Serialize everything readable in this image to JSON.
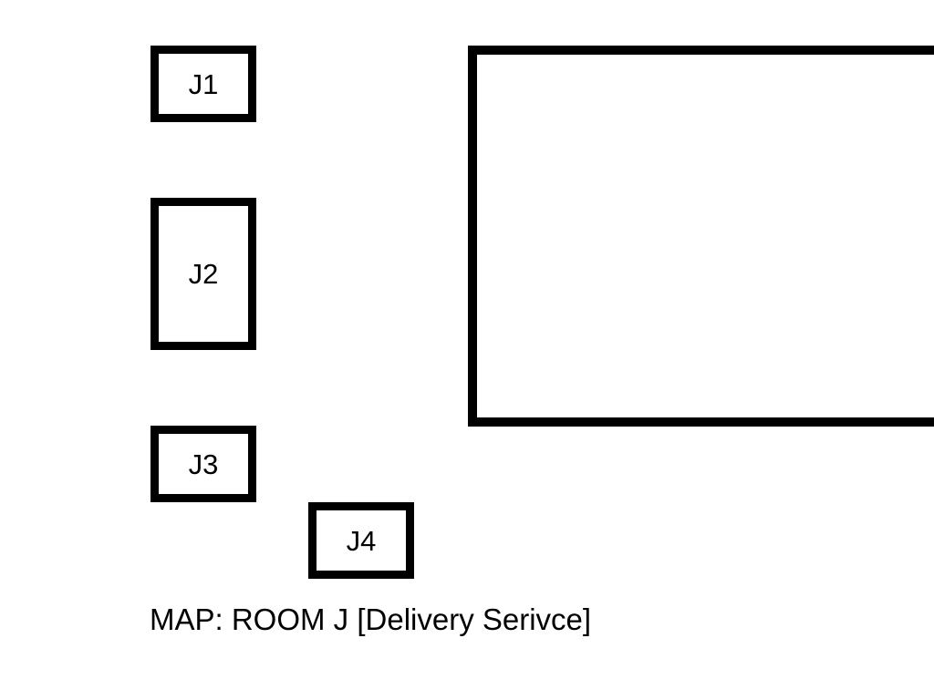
{
  "map": {
    "rooms": [
      {
        "id": "J1",
        "label": "J1"
      },
      {
        "id": "J2",
        "label": "J2"
      },
      {
        "id": "J3",
        "label": "J3"
      },
      {
        "id": "J4",
        "label": "J4"
      }
    ],
    "caption": "MAP: ROOM J [Delivery Serivce]"
  },
  "colors": {
    "outline": "#000000",
    "background": "#ffffff"
  }
}
